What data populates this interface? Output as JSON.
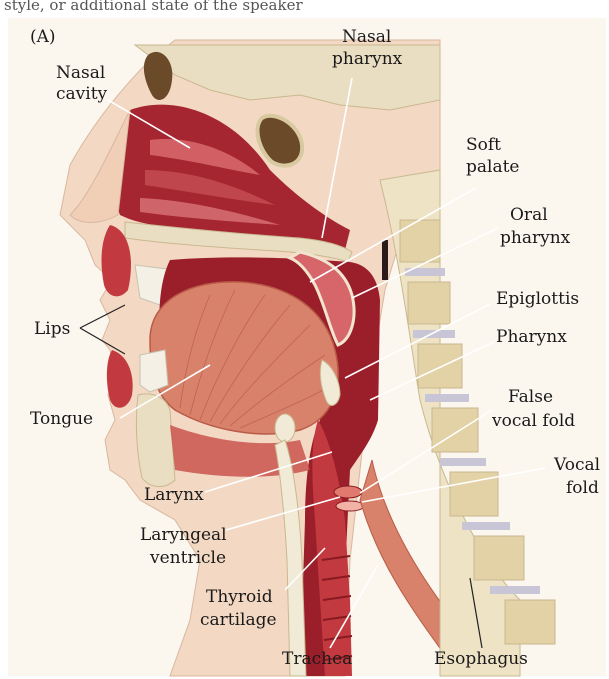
{
  "header": {
    "cropped_text": "style, or additional state of the speaker"
  },
  "panel_label": "(A)",
  "labels": {
    "nasal_cavity": [
      "Nasal",
      "cavity"
    ],
    "nasal_pharynx": [
      "Nasal",
      "pharynx"
    ],
    "soft_palate": [
      "Soft",
      "palate"
    ],
    "oral_pharynx": [
      "Oral",
      "pharynx"
    ],
    "epiglottis": "Epiglottis",
    "pharynx": "Pharynx",
    "false_vocal_fold": [
      "False",
      "vocal fold"
    ],
    "vocal_fold": [
      "Vocal",
      "fold"
    ],
    "lips": "Lips",
    "tongue": "Tongue",
    "larynx": "Larynx",
    "laryngeal_ventricle": [
      "Laryngeal",
      "ventricle"
    ],
    "thyroid_cartilage": [
      "Thyroid",
      "cartilage"
    ],
    "trachea": "Trachea",
    "esophagus": "Esophagus"
  },
  "colors": {
    "background": "#fbf6ee",
    "skin": "#f3d9c4",
    "mucosa_dark": "#9b1f2a",
    "mucosa_mid": "#c23a3f",
    "mucosa_light": "#e07a6e",
    "bone": "#e9ddc2",
    "bone_edge": "#c9b88f",
    "tongue": "#d9826b",
    "cartilage": "#f1ead6",
    "spine_disc": "#c8c6d6"
  }
}
